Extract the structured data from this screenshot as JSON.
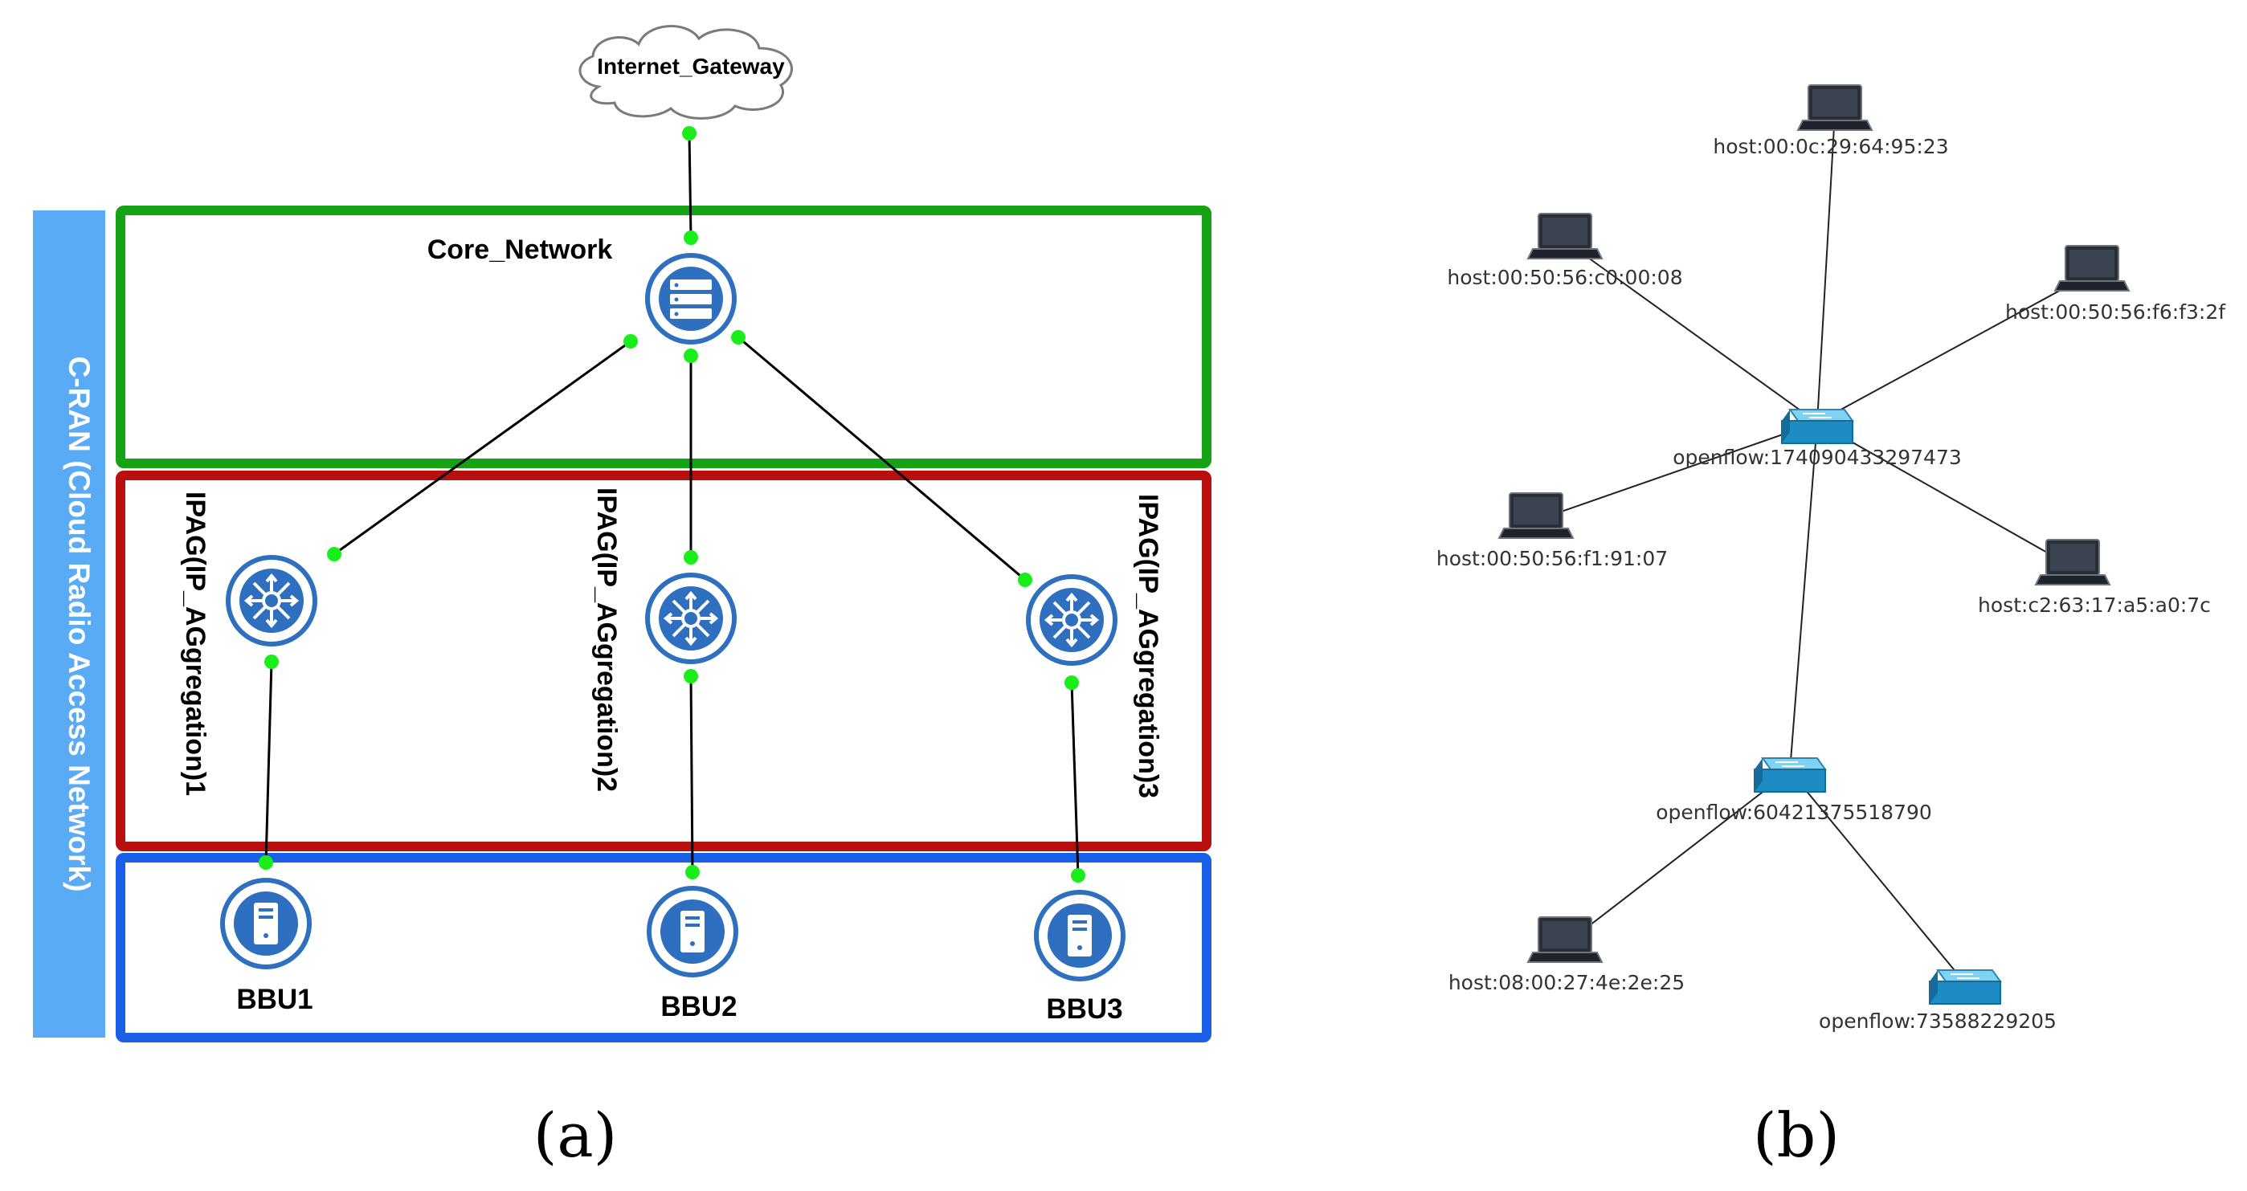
{
  "panel_a": {
    "caption": "(a)",
    "side_label": "C-RAN (Cloud Radio Access Network)",
    "gateway_label": "Internet_Gateway",
    "core_label": "Core_Network",
    "ipag_labels": [
      "IPAG(IP_AGgregation)1",
      "IPAG(IP_AGgregation)2",
      "IPAG(IP_AGgregation)3"
    ],
    "bbu_labels": [
      "BBU1",
      "BBU2",
      "BBU3"
    ],
    "colors": {
      "side_bar": "#5aabf5",
      "core_box": "#15a315",
      "ipag_box": "#b80f0f",
      "bbu_box": "#1a5fe8",
      "node_blue": "#2f6fbf",
      "connector": "#1aee1a"
    }
  },
  "panel_b": {
    "caption": "(b)",
    "hosts": [
      "host:00:0c:29:64:95:23",
      "host:00:50:56:c0:00:08",
      "host:00:50:56:f6:f3:2f",
      "host:00:50:56:f1:91:07",
      "host:c2:63:17:a5:a0:7c",
      "host:08:00:27:4e:2e:25"
    ],
    "switches": [
      "openflow:174090433297473",
      "openflow:60421375518790",
      "openflow:73588229205"
    ]
  }
}
